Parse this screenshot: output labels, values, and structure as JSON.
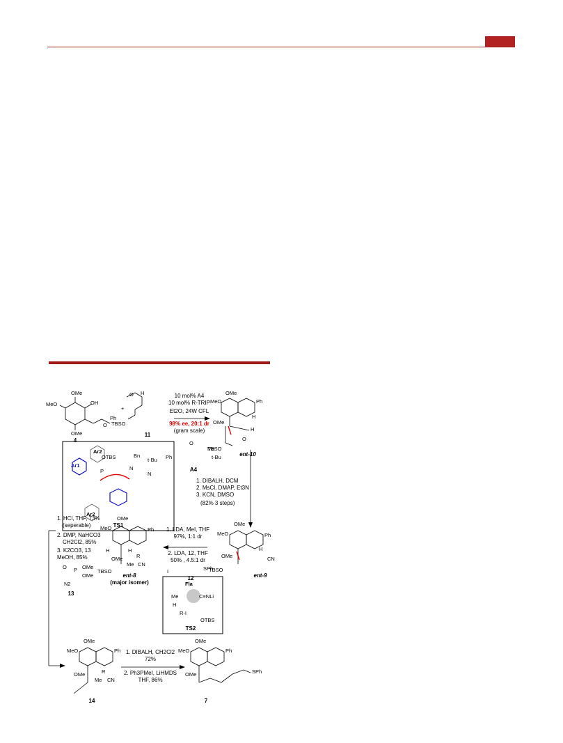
{
  "scheme": {
    "compounds": {
      "c4": "4",
      "c11": "11",
      "ent10": "ent-10",
      "A4": "A4",
      "ent9": "ent-9",
      "ent8": "ent-8",
      "major": "(major isomer)",
      "c12": "12",
      "c13": "13",
      "c14": "14",
      "c7": "7",
      "TS1": "TS1",
      "TS2": "TS2"
    },
    "step1": {
      "line1": "10 mol% A4",
      "line2": "10 mol% R-TRIP",
      "line3": "Et2O, 24W CFL",
      "line4": "98% ee, 20:1 dr",
      "line5": "(gram scale)"
    },
    "step2": {
      "line1": "1. DIBALH, DCM",
      "line2": "2. MsCl, DMAP, Et3N",
      "line3": "3. KCN, DMSO",
      "line4": "(82% 3 steps)"
    },
    "step3": {
      "line1": "1. LDA, MeI, THF",
      "line2": "97%, 1:1 dr",
      "line3": "2. LDA, 12, THF",
      "line4": "50% , 4.5:1 dr"
    },
    "step4": {
      "line1": "1. HCl, THF, 73%",
      "line2": "(seperable)",
      "line3": "2. DMP, NaHCO3",
      "line4": "CH2Cl2, 85%",
      "line5": "3. K2CO3, 13",
      "line6": "MeOH, 85%"
    },
    "step5": {
      "line1": "1. DIBALH, CH2Cl2",
      "line2": "72%",
      "line3": "2. Ph3PMeI, LiHMDS",
      "line4": "THF, 86%"
    },
    "atoms": {
      "OMe": "OMe",
      "MeO": "MeO",
      "OH": "OH",
      "O": "O",
      "Ph": "Ph",
      "H": "H",
      "TBSO": "TBSO",
      "CN": "CN",
      "Me": "Me",
      "R": "R",
      "SPh": "SPh",
      "I": "I",
      "OTBS": "OTBS",
      "Bn": "Bn",
      "tBu": "t-Bu",
      "N": "N",
      "Ar1": "Ar1",
      "Ar2": "Ar2",
      "Fla": "Fla",
      "CNLi": "C≡NLi",
      "RI": "R-I",
      "P": "P",
      "N2": "N2",
      "plus": "+"
    }
  }
}
